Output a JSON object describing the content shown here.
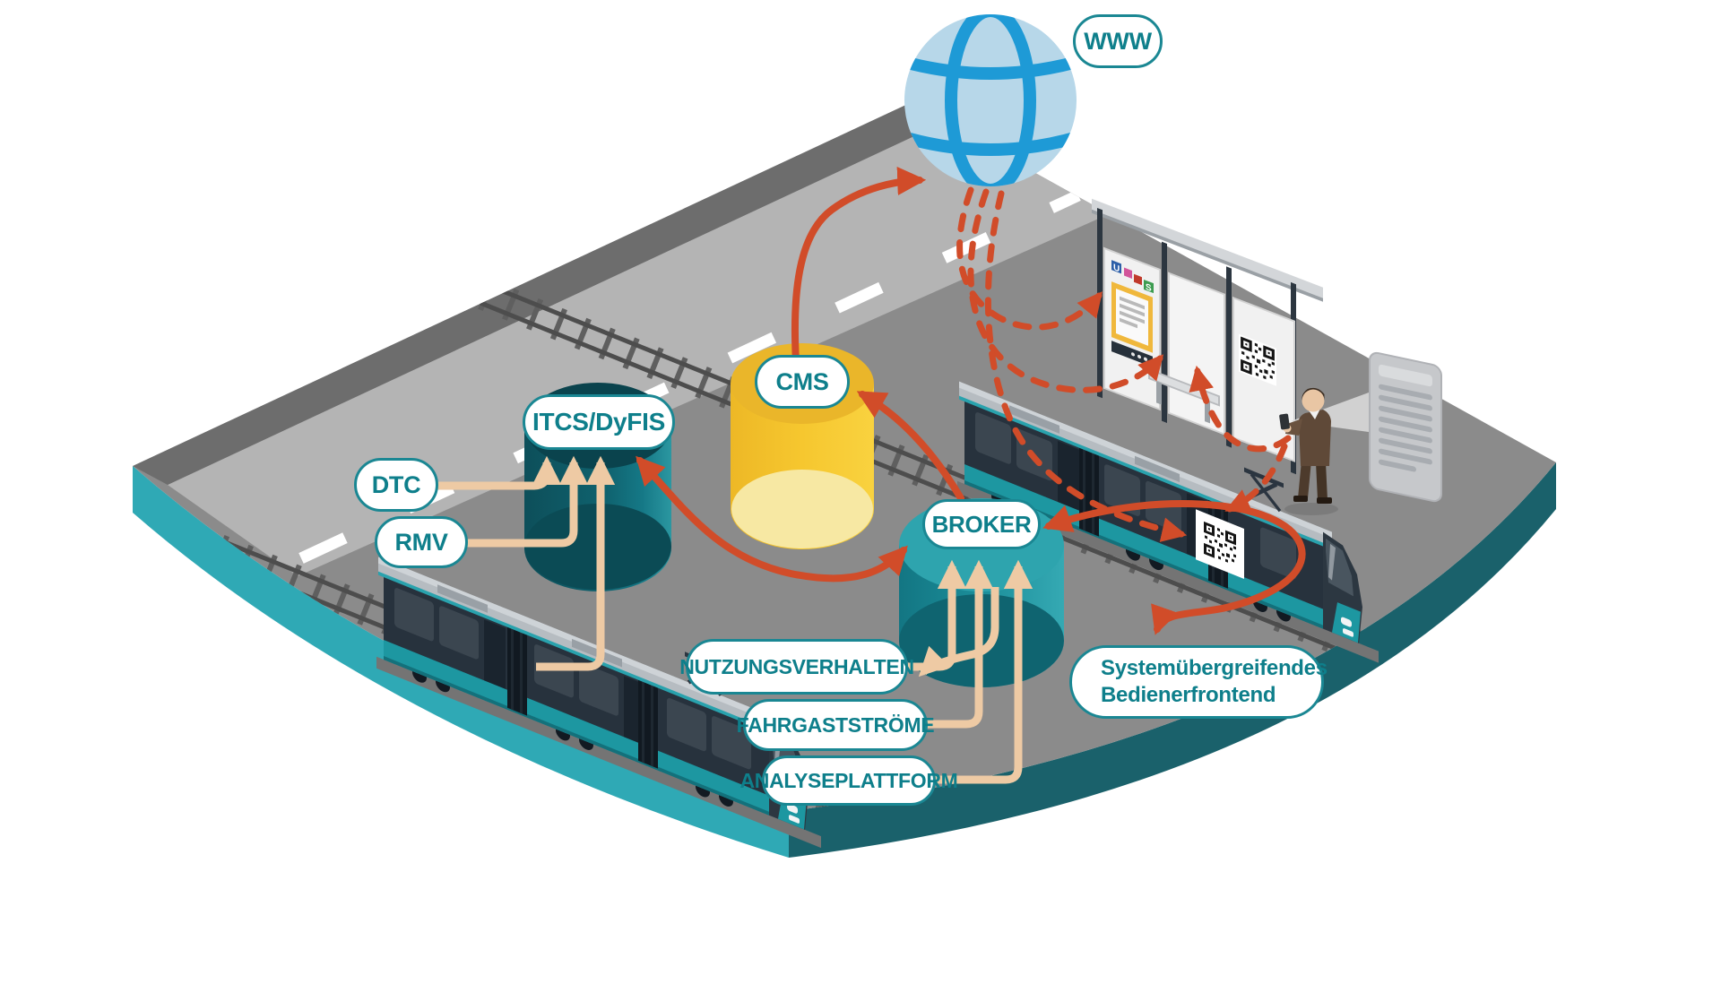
{
  "diagram": {
    "nodes": {
      "www": "WWW",
      "cms": "CMS",
      "itcs": "ITCS/DyFIS",
      "broker": "BROKER",
      "dtc": "DTC",
      "rmv": "RMV",
      "nutzungsverhalten": "NUTZUNGSVERHALTEN",
      "fahrgaststroeme": "FAHRGASTSTRÖME",
      "analyseplattform": "ANALYSEPLATTFORM",
      "frontend_line1": "Systemübergreifendes",
      "frontend_line2": "Bedienerfrontend"
    },
    "shelter_poster": {
      "icon_u": "U",
      "icon_s": "S"
    },
    "edges": [
      {
        "from": "CMS",
        "to": "WWW",
        "style": "solid-red"
      },
      {
        "from": "BROKER",
        "to": "CMS",
        "style": "solid-red"
      },
      {
        "from": "ITCS/DyFIS",
        "to": "BROKER",
        "style": "solid-red-bidirectional"
      },
      {
        "from": "BROKER",
        "to": "Systemübergreifendes Bedienerfrontend",
        "style": "solid-red-bidirectional"
      },
      {
        "from": "WWW",
        "to": "stop-display-poster",
        "style": "dashed-red"
      },
      {
        "from": "WWW",
        "to": "stop-display-qr-code",
        "style": "dashed-red"
      },
      {
        "from": "WWW",
        "to": "tram-qr-code",
        "style": "dashed-red"
      },
      {
        "from": "smartphone",
        "to": "stop-display-qr-code",
        "style": "dashed-red"
      },
      {
        "from": "smartphone",
        "to": "tram-qr-code",
        "style": "dashed-red"
      },
      {
        "from": "DTC",
        "to": "ITCS/DyFIS",
        "style": "beige"
      },
      {
        "from": "RMV",
        "to": "ITCS/DyFIS",
        "style": "beige"
      },
      {
        "from": "tram",
        "to": "ITCS/DyFIS",
        "style": "beige"
      },
      {
        "from": "NUTZUNGSVERHALTEN",
        "to": "BROKER",
        "style": "beige"
      },
      {
        "from": "FAHRGASTSTRÖME",
        "to": "BROKER",
        "style": "beige"
      },
      {
        "from": "ANALYSEPLATTFORM",
        "to": "BROKER",
        "style": "beige"
      },
      {
        "from": "BROKER",
        "to": "FAHRGASTSTRÖME",
        "style": "beige"
      }
    ],
    "colors": {
      "teal_text": "#0e7f8b",
      "pill_border": "#1a8793",
      "red_arrow": "#d14c29",
      "beige_arrow": "#eecaa4",
      "platform_top": "#8b8b8b",
      "platform_side_left": "#2fa9b5",
      "platform_side_right": "#1a616b",
      "road": "#b4b4b4",
      "road_edge": "#6d6d6d",
      "cylinder_itcs": "#0f5f6b",
      "cylinder_cms": "#f5c52f",
      "cylinder_broker": "#1f96a1",
      "globe_fill": "#b7d7e9",
      "globe_lines": "#1e9ad6",
      "tram_teal": "#1d97a1"
    }
  }
}
